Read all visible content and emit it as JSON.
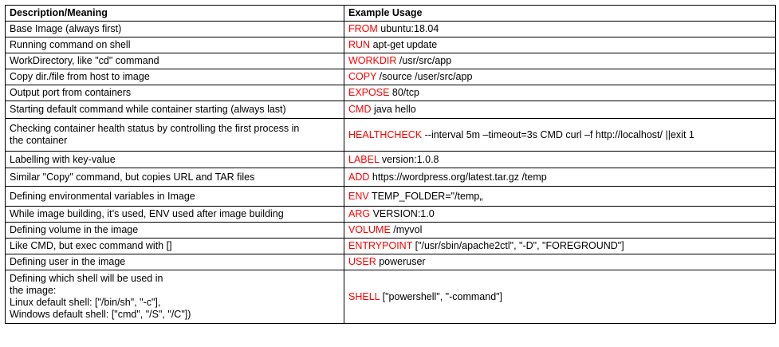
{
  "colors": {
    "keyword": "#ff0000",
    "text": "#000000",
    "border": "#000000",
    "background": "#ffffff"
  },
  "table": {
    "headers": {
      "description": "Description/Meaning",
      "usage": "Example Usage"
    },
    "rows": [
      {
        "description": "Base Image (always first)",
        "keyword": "FROM",
        "argument": " ubuntu:18.04"
      },
      {
        "description": "Running command on shell",
        "keyword": "RUN",
        "argument": " apt-get update"
      },
      {
        "description": "WorkDirectory, like \"cd\" command",
        "keyword": "WORKDIR",
        "argument": " /usr/src/app"
      },
      {
        "description": "Copy dir./file from host to image",
        "keyword": "COPY",
        "argument": " /source /user/src/app"
      },
      {
        "description": "Output port from containers",
        "keyword": "EXPOSE",
        "argument": " 80/tcp"
      },
      {
        "description": "Starting default command  while container starting (always last)",
        "keyword": "CMD",
        "argument": " java hello"
      },
      {
        "description_lines": [
          "Checking container health status by  controlling the first process in",
          "the container"
        ],
        "keyword": "HEALTHCHECK",
        "argument": " --interval 5m –timeout=3s  CMD curl –f http://localhost/ ||exit 1"
      },
      {
        "description": "Labelling with key-value",
        "keyword": "LABEL",
        "argument": " version:1.0.8"
      },
      {
        "description": "Similar \"Copy\" command, but copies  URL and TAR files",
        "keyword": "ADD",
        "argument": " https://wordpress.org/latest.tar.gz /temp"
      },
      {
        "description": "Defining environmental variables  in Image",
        "keyword": "ENV",
        "argument": " TEMP_FOLDER=\"/temp„"
      },
      {
        "description": "While image building, it’s used, ENV used  after image building",
        "keyword": "ARG",
        "argument": " VERSION:1.0"
      },
      {
        "description": "Defining volume in the image",
        "keyword": "VOLUME",
        "argument": " /myvol"
      },
      {
        "description": "Like CMD, but exec command with []",
        "keyword": "ENTRYPOINT",
        "argument": " [\"/usr/sbin/apache2ctl\", \"-D\", \"FOREGROUND\"]"
      },
      {
        "description": "Defining user in the image",
        "keyword": "USER",
        "argument": " poweruser"
      },
      {
        "description_lines": [
          "Defining which shell will be used in",
          "the image:",
          "Linux default shell: [\"/bin/sh\", \"-c\"],",
          "Windows default shell: [\"cmd\", \"/S\", \"/C\"])"
        ],
        "keyword": "SHELL",
        "argument": " [\"powershell\", \"-command\"]"
      }
    ]
  }
}
